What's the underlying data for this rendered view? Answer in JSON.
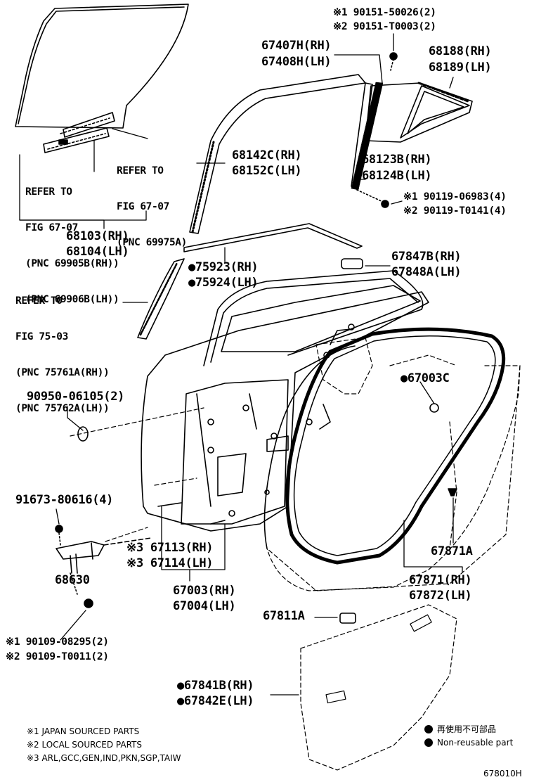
{
  "labels": {
    "bolt_top_1": "※1 90151-50026(2)",
    "bolt_top_2": "※2 90151-T0003(2)",
    "weatherstrip_rh": "67407H(RH)",
    "weatherstrip_lh": "67408H(LH)",
    "quarter_glass_rh": "68188(RH)",
    "quarter_glass_lh": "68189(LH)",
    "run_rh": "68142C(RH)",
    "run_lh": "68152C(LH)",
    "sash_rh": "68123B(RH)",
    "sash_lh": "68124B(LH)",
    "screw_1": "※1 90119-06983(4)",
    "screw_2": "※2 90119-T0141(4)",
    "glass_rh": "68103(RH)",
    "glass_lh": "68104(LH)",
    "moulding_rh": "●75923(RH)",
    "moulding_lh": "●75924(LH)",
    "cushion_rh": "67847B(RH)",
    "cushion_lh": "67848A(LH)",
    "clip": "●67003C",
    "plug": "90950-06105(2)",
    "hinge_bolt": "91673-80616(4)",
    "panel_3_rh": "※3 67113(RH)",
    "panel_3_lh": "※3 67114(LH)",
    "door_rh": "67003(RH)",
    "door_lh": "67004(LH)",
    "hinge": "68630",
    "seal_clip": "67871A",
    "seal_rh": "67871(RH)",
    "seal_lh": "67872(LH)",
    "pad": "67811A",
    "bolt_bottom_1": "※1 90109-08295(2)",
    "bolt_bottom_2": "※2 90109-T0011(2)",
    "film_rh": "●67841B(RH)",
    "film_lh": "●67842E(LH)"
  },
  "refs": {
    "ref_a": [
      "REFER TO",
      "FIG 67-07",
      "(PNC 69975A)"
    ],
    "ref_b": [
      "REFER TO",
      "FIG 67-07",
      "(PNC 69905B(RH))",
      "(PNC 69906B(LH))"
    ],
    "ref_c": [
      "REFER TO",
      "FIG 75-03",
      "(PNC 75761A(RH))",
      "(PNC 75762A(LH))"
    ]
  },
  "notes": {
    "note_1": "※1 JAPAN SOURCED PARTS",
    "note_2": "※2 LOCAL SOURCED PARTS",
    "note_3": "※3 ARL,GCC,GEN,IND,PKN,SGP,TAIW",
    "legend_jp": "再使用不可部品",
    "legend_en": "Non-reusable part",
    "figure_id": "678010H"
  }
}
